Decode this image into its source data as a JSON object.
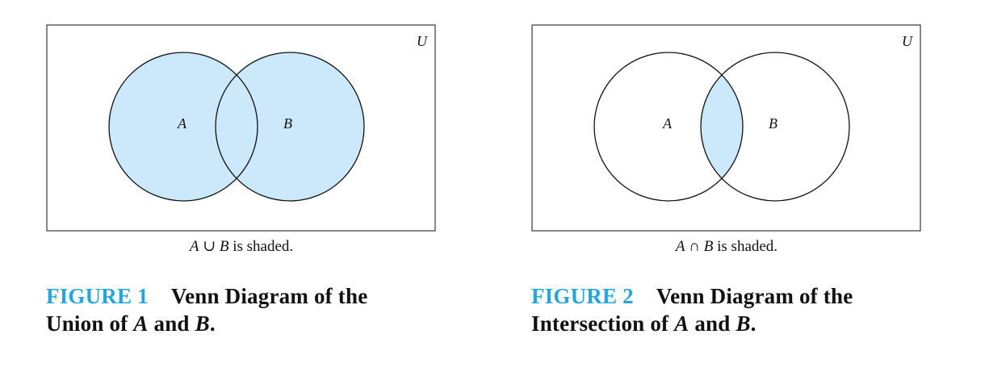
{
  "figures": [
    {
      "universe_label": "U",
      "set_a_label": "A",
      "set_b_label": "B",
      "shaded": "union",
      "caption": {
        "set_a": "A",
        "operator": "∪",
        "set_b": "B",
        "suffix": " is shaded."
      },
      "title": {
        "number": "FIGURE 1",
        "line1": "Venn Diagram of the",
        "line2_prefix": "Union of ",
        "a": "A",
        "and": " and ",
        "b": "B",
        "end": "."
      }
    },
    {
      "universe_label": "U",
      "set_a_label": "A",
      "set_b_label": "B",
      "shaded": "intersection",
      "caption": {
        "set_a": "A",
        "operator": "∩",
        "set_b": "B",
        "suffix": " is shaded."
      },
      "title": {
        "number": "FIGURE 2",
        "line1": "Venn Diagram of the",
        "line2_prefix": "Intersection of ",
        "a": "A",
        "and": " and ",
        "b": "B",
        "end": "."
      }
    }
  ],
  "colors": {
    "shade": "#cbe9fa",
    "accent": "#23a6dc",
    "stroke": "#111111"
  }
}
